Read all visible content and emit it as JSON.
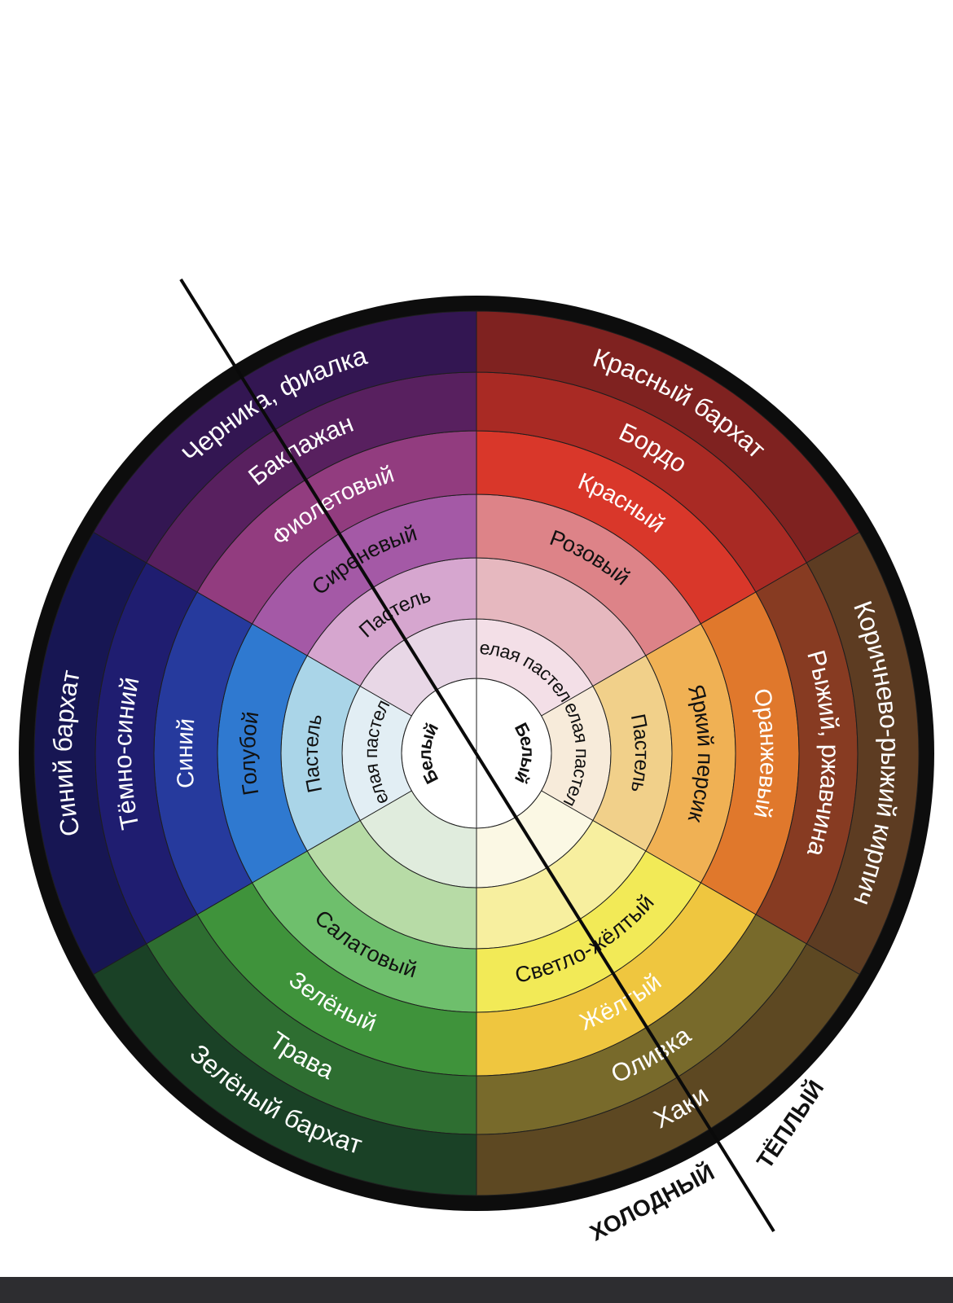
{
  "rings": [
    {
      "segments": [
        {
          "label": "Белый",
          "color": "#ffffff",
          "text_color": "#111111"
        },
        {
          "label": "Белый",
          "color": "#ffffff",
          "text_color": "#111111"
        }
      ]
    },
    {
      "segments": [
        {
          "label": "Белая пастель",
          "color": "#f3dfe7",
          "text_color": "#111111"
        },
        {
          "label": "Белая пастель",
          "color": "#f7ebda",
          "text_color": "#111111"
        },
        {
          "label": "",
          "color": "#fbf8e4",
          "text_color": "#111111"
        },
        {
          "label": "",
          "color": "#e0ecdd",
          "text_color": "#111111"
        },
        {
          "label": "Белая пастель",
          "color": "#e2eef4",
          "text_color": "#111111"
        },
        {
          "label": "",
          "color": "#e8d7e6",
          "text_color": "#111111"
        }
      ]
    },
    {
      "segments": [
        {
          "label": "",
          "color": "#e6b8bf",
          "text_color": "#111111"
        },
        {
          "label": "Пастель",
          "color": "#f1d08a",
          "text_color": "#111111"
        },
        {
          "label": "",
          "color": "#f7ef9f",
          "text_color": "#111111"
        },
        {
          "label": "",
          "color": "#b7dba6",
          "text_color": "#111111"
        },
        {
          "label": "Пастель",
          "color": "#aad5e8",
          "text_color": "#111111"
        },
        {
          "label": "Пастель",
          "color": "#d6a6cf",
          "text_color": "#111111"
        }
      ]
    },
    {
      "segments": [
        {
          "label": "Розовый",
          "color": "#dd8388",
          "text_color": "#111111"
        },
        {
          "label": "Яркий персик",
          "color": "#f0b154",
          "text_color": "#111111"
        },
        {
          "label": "Светло-жёлтый",
          "color": "#f2ea57",
          "text_color": "#111111"
        },
        {
          "label": "Салатовый",
          "color": "#6ebf6c",
          "text_color": "#111111"
        },
        {
          "label": "Голубой",
          "color": "#2f79d0",
          "text_color": "#111111"
        },
        {
          "label": "Сиреневый",
          "color": "#a459a6",
          "text_color": "#111111"
        }
      ]
    },
    {
      "segments": [
        {
          "label": "Красный",
          "color": "#d9372a",
          "text_color": "#ffffff"
        },
        {
          "label": "Оранжевый",
          "color": "#e0782c",
          "text_color": "#ffffff"
        },
        {
          "label": "Жёлтый",
          "color": "#efc63f",
          "text_color": "#ffffff"
        },
        {
          "label": "Зелёный",
          "color": "#3f933b",
          "text_color": "#ffffff"
        },
        {
          "label": "Синий",
          "color": "#263a9d",
          "text_color": "#ffffff"
        },
        {
          "label": "Фиолетовый",
          "color": "#923c7f",
          "text_color": "#ffffff"
        }
      ]
    },
    {
      "segments": [
        {
          "label": "Бордо",
          "color": "#a92a24",
          "text_color": "#ffffff"
        },
        {
          "label": "Рыжий, ржавчина",
          "color": "#873b22",
          "text_color": "#ffffff"
        },
        {
          "label": "Оливка",
          "color": "#786a2b",
          "text_color": "#ffffff"
        },
        {
          "label": "Трава",
          "color": "#2e6e31",
          "text_color": "#ffffff"
        },
        {
          "label": "Тёмно-синий",
          "color": "#1f1d70",
          "text_color": "#ffffff"
        },
        {
          "label": "Баклажан",
          "color": "#58205f",
          "text_color": "#ffffff"
        }
      ]
    },
    {
      "segments": [
        {
          "label": "Красный бархат",
          "color": "#7f2220",
          "text_color": "#ffffff"
        },
        {
          "label": "Коричнево-рыжий кирпич",
          "color": "#5d3c22",
          "text_color": "#ffffff"
        },
        {
          "label": "Хаки",
          "color": "#5d4822",
          "text_color": "#ffffff"
        },
        {
          "label": "Зелёный бархат",
          "color": "#1a4126",
          "text_color": "#ffffff"
        },
        {
          "label": "Синий бархат",
          "color": "#171653",
          "text_color": "#ffffff"
        },
        {
          "label": "Черника, фиалка",
          "color": "#331652",
          "text_color": "#ffffff"
        }
      ]
    }
  ],
  "divider_labels": {
    "cold": "ХОЛОДНЫЙ",
    "warm": "ТЁПЛЫЙ"
  },
  "colors": {
    "outer_rim": "#0d0d0d",
    "divider_line": "#0a0a0a",
    "segment_border": "#1e1e1e",
    "page_background": "#ffffff",
    "bottom_bar": "#2d2d30"
  }
}
